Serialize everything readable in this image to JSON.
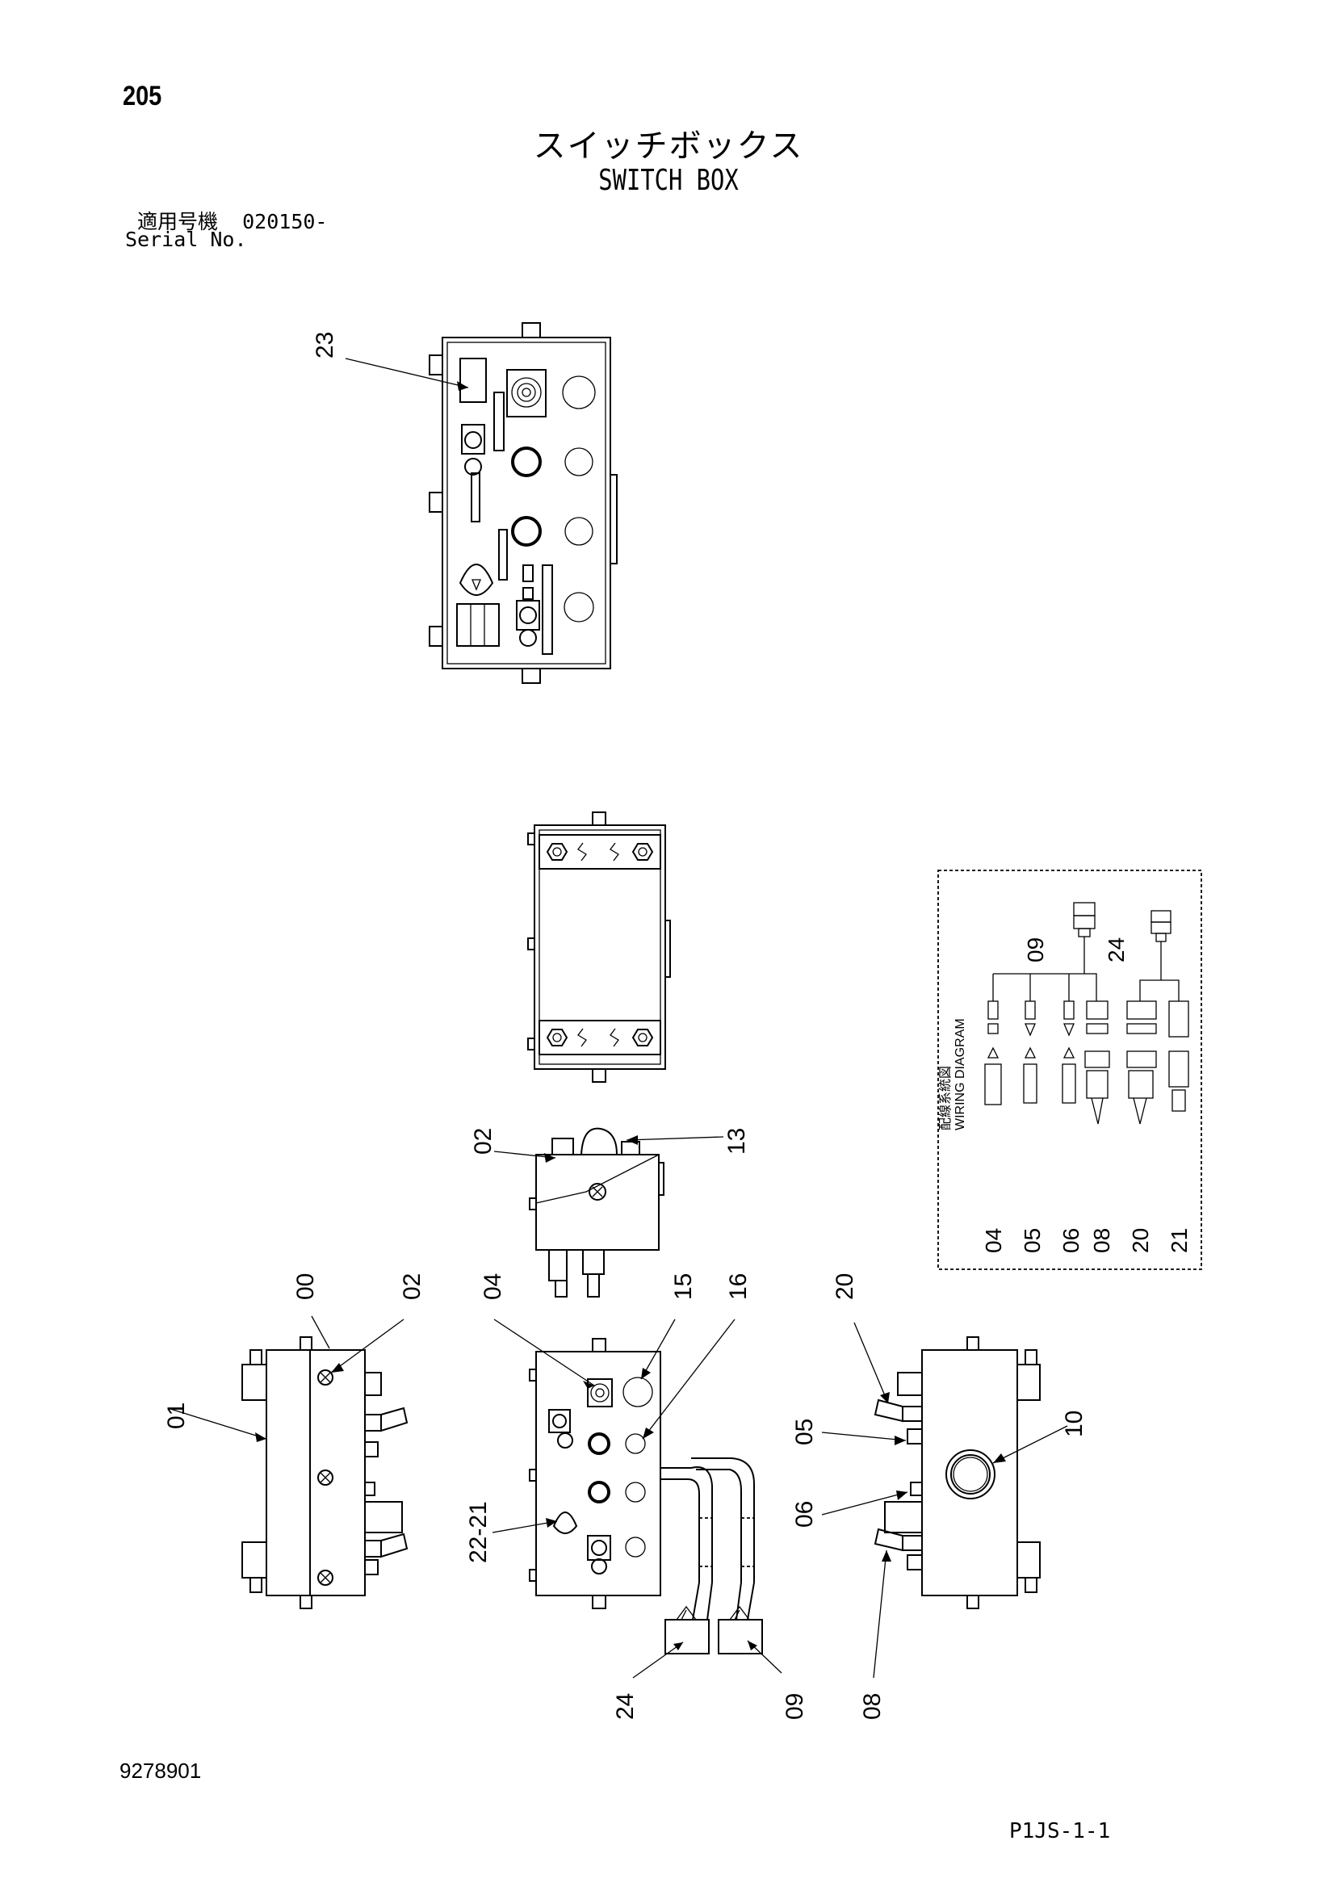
{
  "header": {
    "page_number": "205",
    "title_ja": "スイッチボックス",
    "title_en": "SWITCH BOX",
    "serial_label_ja": "適用号機",
    "serial_value": "020150-",
    "serial_label_en": "Serial No."
  },
  "footer": {
    "doc_number": "9278901",
    "page_code": "P1JS-1-1"
  },
  "callouts": {
    "c00": "00",
    "c01": "01",
    "c02a": "02",
    "c02b": "02",
    "c04": "04",
    "c05": "05",
    "c06": "06",
    "c08": "08",
    "c09": "09",
    "c10": "10",
    "c13": "13",
    "c15": "15",
    "c16": "16",
    "c20": "20",
    "c21": "22-21",
    "c23": "23",
    "c24": "24"
  },
  "wiring": {
    "title_ja": "配線系統図",
    "title_en": "WIRING DIAGRAM",
    "connector_09": "09",
    "connector_24": "24",
    "items": [
      "04",
      "05",
      "06",
      "08",
      "20",
      "21"
    ]
  }
}
